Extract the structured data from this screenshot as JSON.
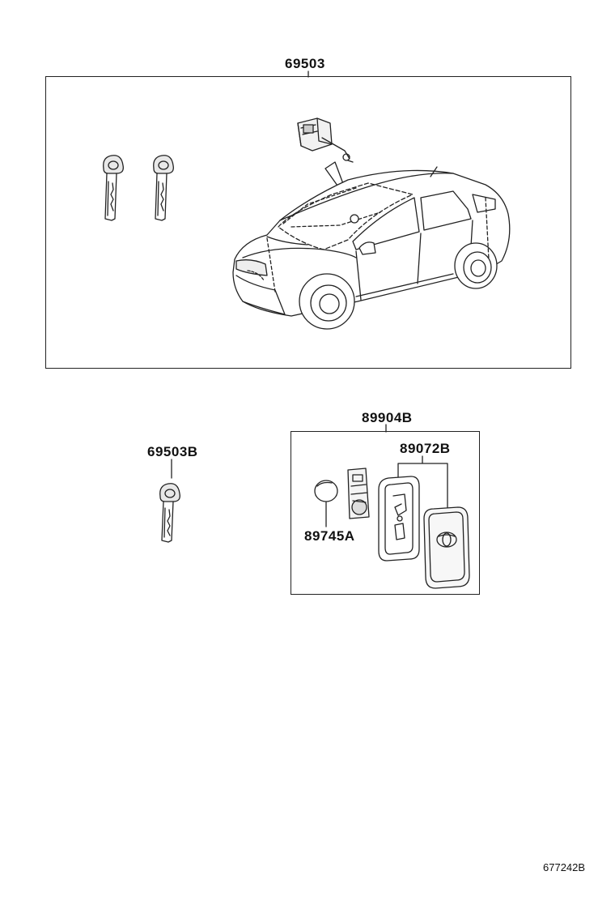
{
  "parts": {
    "key_set": "69503",
    "mech_key": "69503B",
    "smart_key": "89904B",
    "key_case": "89072B",
    "battery": "89745A"
  },
  "figure_number": "677242B"
}
